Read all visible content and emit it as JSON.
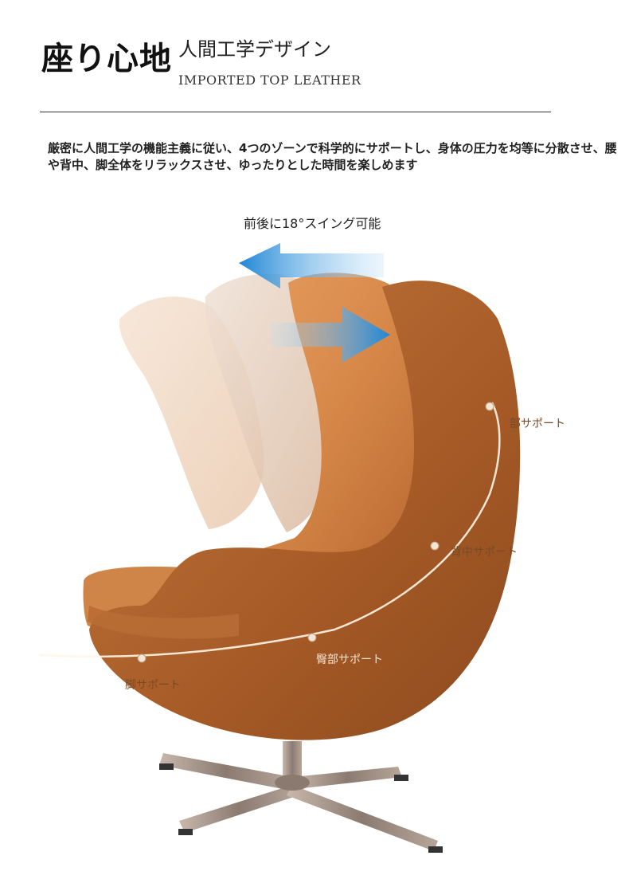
{
  "header": {
    "title": "座り心地",
    "subtitle": "人間工学デザイン",
    "english": "IMPORTED TOP LEATHER"
  },
  "description": "厳密に人間工学の機能主義に従い、4つのゾーンで科学的にサポートし、身体の圧力を均等に分散させ、腰や背中、脚全体をリラックスさせ、ゆったりとした時間を楽しめます",
  "swing_label": "前後に18°スイング可能",
  "callouts": {
    "upper": "部サポート",
    "middle": "背中サポート",
    "hip": "臀部サポート",
    "leg": "脚サポート"
  },
  "colors": {
    "leather": "#b8672f",
    "leather_dark": "#8c4a1f",
    "arrow": "#2a8fd8",
    "base_metal": "#9a8a80"
  }
}
